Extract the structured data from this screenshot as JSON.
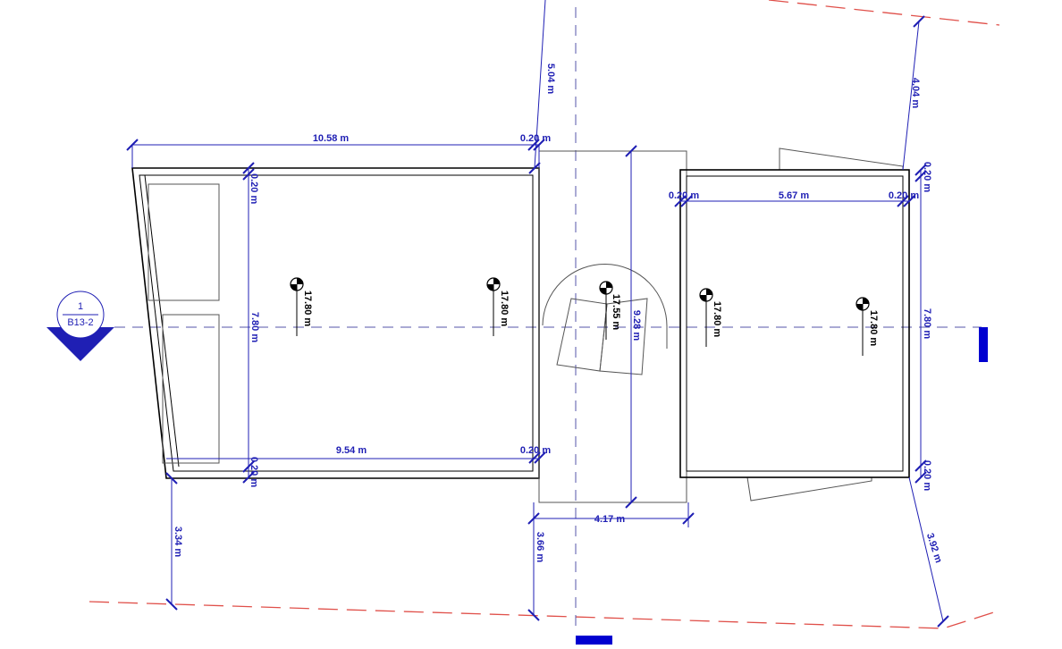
{
  "colors": {
    "dimension": "#1f1fb4",
    "property_line": "#e0504a",
    "wall": "#000000",
    "thin_line": "#555555",
    "marker": "#0000d0"
  },
  "dimensions": {
    "d_10_58": "10.58 m",
    "d_0_20_top": "0.20 m",
    "d_0_20_left_top": "0.20 m",
    "d_7_80_left": "7.80 m",
    "d_9_54": "9.54 m",
    "d_0_20_bottom_mid": "0.20 m",
    "d_0_20_left_bottom": "0.20 m",
    "d_3_34": "3.34 m",
    "d_5_04": "5.04 m",
    "d_9_28": "9.28 m",
    "d_4_17": "4.17 m",
    "d_3_66": "3.66 m",
    "d_0_20_right_a": "0.20 m",
    "d_5_67": "5.67 m",
    "d_0_20_right_b": "0.20 m",
    "d_4_04": "4.04 m",
    "d_0_20_right_top": "0.20 m",
    "d_7_80_right": "7.80 m",
    "d_0_20_right_bottom": "0.20 m",
    "d_3_92": "3.92 m"
  },
  "spot_elevations": {
    "e1": "17.80 m",
    "e2": "17.80 m",
    "e3": "17.55 m",
    "e4": "17.80 m",
    "e5": "17.80 m"
  },
  "section_tag": {
    "number": "1",
    "sheet": "B13-2"
  }
}
